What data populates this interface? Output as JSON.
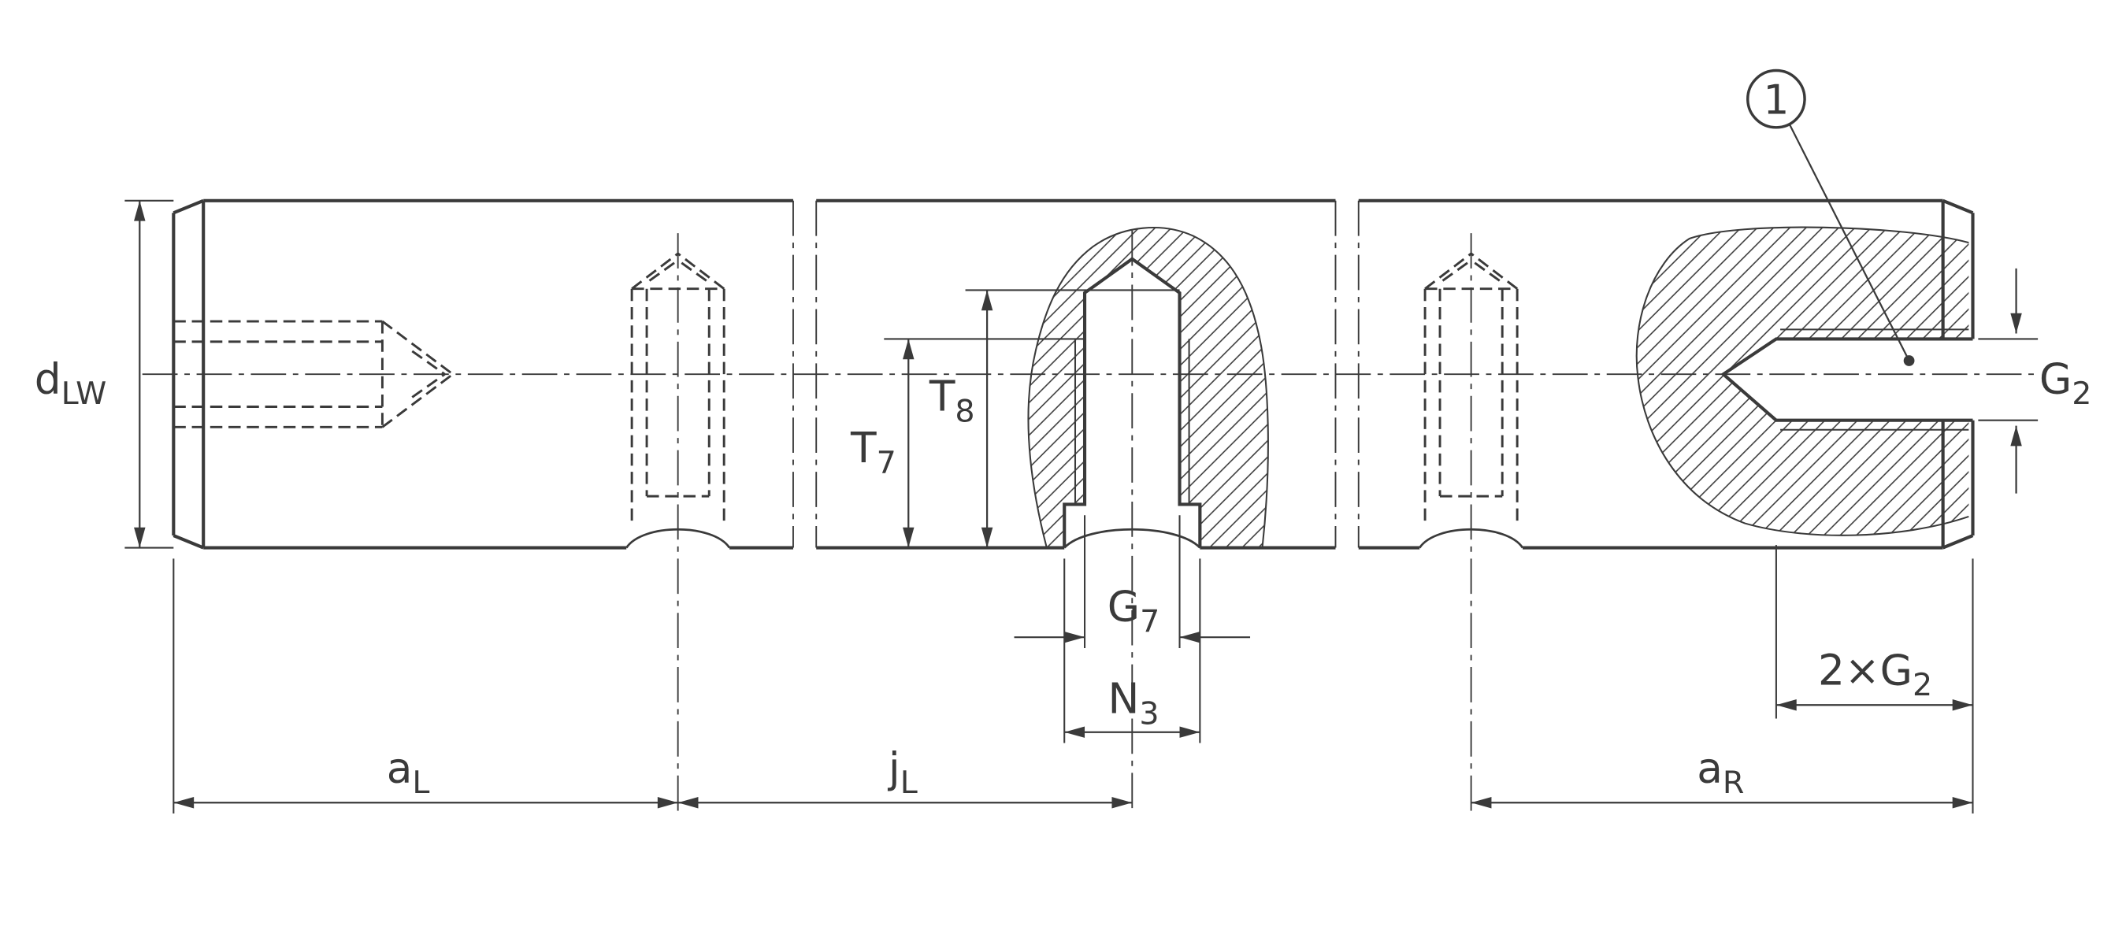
{
  "drawing": {
    "type": "technical-dimension-drawing",
    "subject": "shaft with threaded lubrication holes",
    "labels": {
      "dlw": {
        "main": "d",
        "sub": "LW"
      },
      "al": {
        "main": "a",
        "sub": "L"
      },
      "jl": {
        "main": "j",
        "sub": "L"
      },
      "t7": {
        "main": "T",
        "sub": "7"
      },
      "t8": {
        "main": "T",
        "sub": "8"
      },
      "g7": {
        "main": "G",
        "sub": "7"
      },
      "n3": {
        "main": "N",
        "sub": "3"
      },
      "g2": {
        "main": "G",
        "sub": "2"
      },
      "g2_double": {
        "main": "2×G",
        "sub": "2"
      },
      "ar": {
        "main": "a",
        "sub": "R"
      },
      "balloon_1": "1"
    },
    "colors": {
      "line": "#3a3a3a",
      "background": "#ffffff"
    }
  }
}
